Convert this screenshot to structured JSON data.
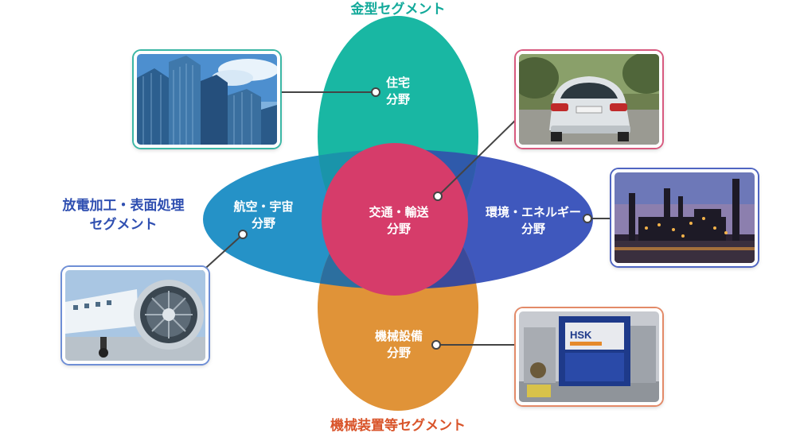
{
  "segments": {
    "top": "金型セグメント",
    "left_line1": "放電加工・表面処理",
    "left_line2": "セグメント",
    "bottom": "機械装置等セグメント"
  },
  "fields": {
    "housing": {
      "line1": "住宅",
      "line2": "分野"
    },
    "aerospace": {
      "line1": "航空・宇宙",
      "line2": "分野"
    },
    "transport": {
      "line1": "交通・輸送",
      "line2": "分野"
    },
    "energy": {
      "line1": "環境・エネルギー",
      "line2": "分野"
    },
    "machinery": {
      "line1": "機械設備",
      "line2": "分野"
    }
  },
  "photo_badge": "HSK",
  "colors": {
    "teal": "#19b7a3",
    "blue": "#2592c7",
    "indigo": "#3f58bd",
    "orange": "#e09338",
    "crimson": "#d63c6a",
    "segment_top": "#12a99a",
    "segment_left": "#2f4fb1",
    "segment_bottom": "#d9542a"
  },
  "icons": [
    "skyscraper-photo",
    "car-photo",
    "power-plant-photo",
    "jet-engine-photo",
    "factory-machine-photo"
  ]
}
